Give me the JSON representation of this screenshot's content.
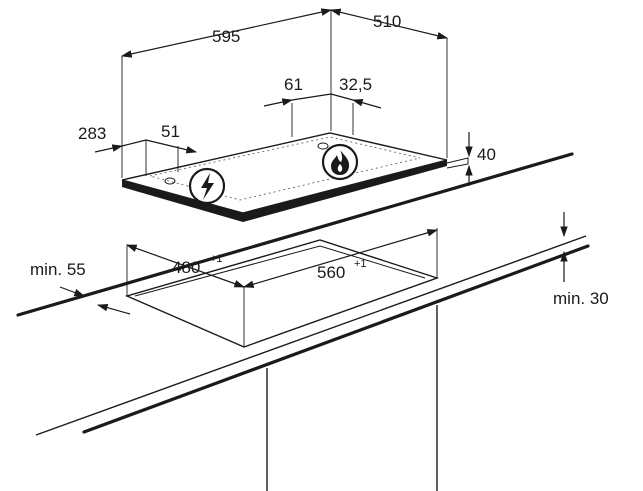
{
  "dimensions": {
    "width_hob": "595",
    "depth_hob": "510",
    "burner_offset_61": "61",
    "burner_offset_32_5": "32,5",
    "side_283": "283",
    "side_51": "51",
    "height_40": "40",
    "cutout_depth": "480",
    "cutout_depth_tol": "+1",
    "cutout_width": "560",
    "cutout_width_tol": "+1",
    "min_55": "min. 55",
    "min_30": "min. 30"
  },
  "icons": {
    "electric": "lightning-bolt-icon",
    "gas": "flame-icon"
  },
  "colors": {
    "line": "#1a1a1a",
    "background": "#ffffff"
  }
}
